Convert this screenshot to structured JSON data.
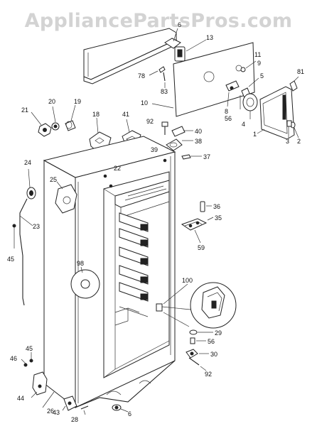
{
  "watermark": "AppliancePartsPros.com",
  "callouts": [
    {
      "id": "p1",
      "text": "1"
    },
    {
      "id": "p2",
      "text": "2"
    },
    {
      "id": "p3",
      "text": "3"
    },
    {
      "id": "p4",
      "text": "4"
    },
    {
      "id": "p5",
      "text": "5"
    },
    {
      "id": "p6",
      "text": "6"
    },
    {
      "id": "p8",
      "text": "8"
    },
    {
      "id": "p9",
      "text": "9"
    },
    {
      "id": "p10",
      "text": "10"
    },
    {
      "id": "p11",
      "text": "11"
    },
    {
      "id": "p13",
      "text": "13"
    },
    {
      "id": "p18",
      "text": "18"
    },
    {
      "id": "p19",
      "text": "19"
    },
    {
      "id": "p20",
      "text": "20"
    },
    {
      "id": "p21",
      "text": "21"
    },
    {
      "id": "p22",
      "text": "22"
    },
    {
      "id": "p23",
      "text": "23"
    },
    {
      "id": "p24",
      "text": "24"
    },
    {
      "id": "p25",
      "text": "25"
    },
    {
      "id": "p26",
      "text": "26"
    },
    {
      "id": "p28",
      "text": "28"
    },
    {
      "id": "p29",
      "text": "29"
    },
    {
      "id": "p30",
      "text": "30"
    },
    {
      "id": "p35",
      "text": "35"
    },
    {
      "id": "p36",
      "text": "36"
    },
    {
      "id": "p37",
      "text": "37"
    },
    {
      "id": "p38",
      "text": "38"
    },
    {
      "id": "p39",
      "text": "39"
    },
    {
      "id": "p40",
      "text": "40"
    },
    {
      "id": "p41",
      "text": "41"
    },
    {
      "id": "p43",
      "text": "43"
    },
    {
      "id": "p44",
      "text": "44"
    },
    {
      "id": "p45a",
      "text": "45"
    },
    {
      "id": "p45b",
      "text": "45"
    },
    {
      "id": "p46",
      "text": "46"
    },
    {
      "id": "p56a",
      "text": "56"
    },
    {
      "id": "p56b",
      "text": "56"
    },
    {
      "id": "p59",
      "text": "59"
    },
    {
      "id": "p78",
      "text": "78"
    },
    {
      "id": "p81",
      "text": "81"
    },
    {
      "id": "p83",
      "text": "83"
    },
    {
      "id": "p92a",
      "text": "92"
    },
    {
      "id": "p92b",
      "text": "92"
    },
    {
      "id": "p98",
      "text": "98"
    },
    {
      "id": "p100",
      "text": "100"
    },
    {
      "id": "p6b",
      "text": "6"
    }
  ]
}
